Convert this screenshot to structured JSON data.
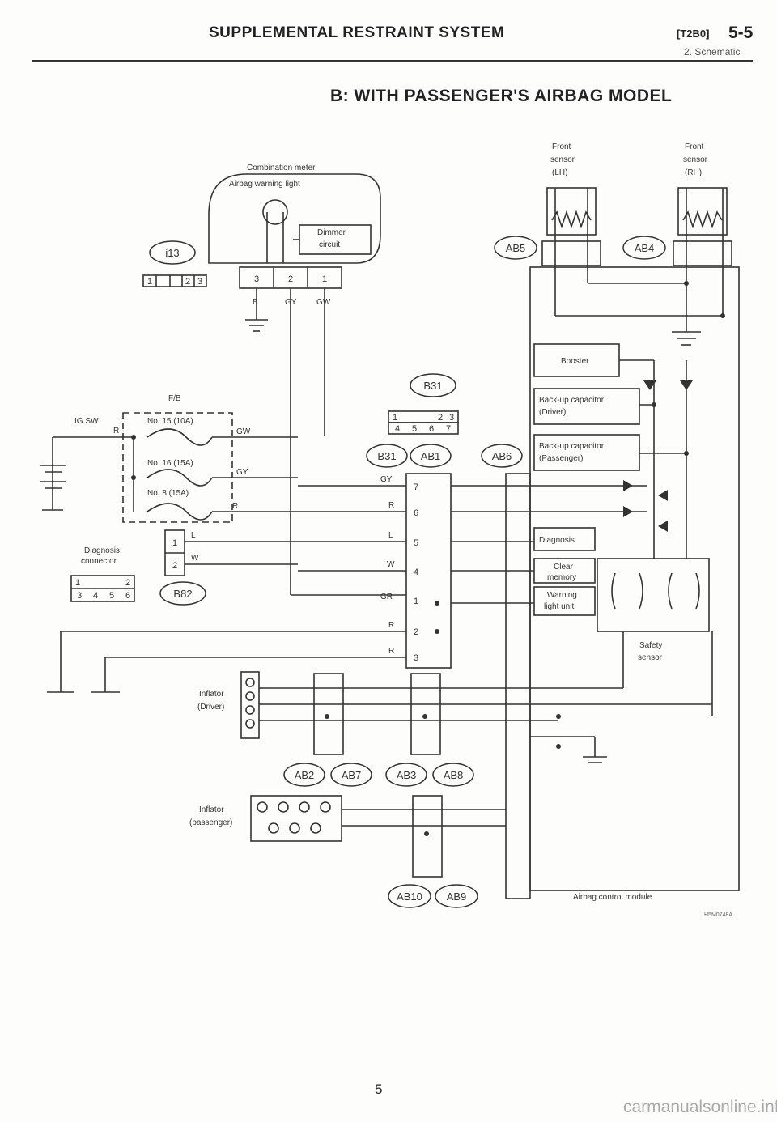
{
  "header": {
    "title": "SUPPLEMENTAL RESTRAINT SYSTEM",
    "code": "[T2B0]",
    "page_ref": "5-5",
    "subtitle": "2. Schematic"
  },
  "section_title": "B: WITH PASSENGER'S AIRBAG MODEL",
  "labels": {
    "combination_meter": "Combination meter",
    "airbag_warning_light": "Airbag warning light",
    "dimmer_circuit": [
      "Dimmer",
      "circuit"
    ],
    "front_sensor_lh": [
      "Front",
      "sensor",
      "(LH)"
    ],
    "front_sensor_rh": [
      "Front",
      "sensor",
      "(RH)"
    ],
    "fb": "F/B",
    "fuse15": "No. 15 (10A)",
    "fuse16": "No. 16 (15A)",
    "fuse8": "No. 8 (15A)",
    "ig_sw": "IG SW",
    "diagnosis_connector": [
      "Diagnosis",
      "connector"
    ],
    "booster": "Booster",
    "backup_driver": [
      "Back-up capacitor",
      "(Driver)"
    ],
    "backup_passenger": [
      "Back-up capacitor",
      "(Passenger)"
    ],
    "diagnosis": "Diagnosis",
    "clear_memory": [
      "Clear",
      "memory"
    ],
    "warning_light_unit": [
      "Warning",
      "light unit"
    ],
    "safety_sensor": [
      "Safety",
      "sensor"
    ],
    "inflator_driver": [
      "Inflator",
      "(Driver)"
    ],
    "inflator_passenger": [
      "Inflator",
      "(passenger)"
    ],
    "airbag_control_module": "Airbag control module"
  },
  "connectors": {
    "i13": "i13",
    "b31_top": "B31",
    "b31": "B31",
    "ab1": "AB1",
    "ab6": "AB6",
    "ab5": "AB5",
    "ab4": "AB4",
    "b82": "B82",
    "ab2": "AB2",
    "ab7": "AB7",
    "ab3": "AB3",
    "ab8": "AB8",
    "ab10": "AB10",
    "ab9": "AB9"
  },
  "pins": {
    "i13": [
      "1",
      "2",
      "3"
    ],
    "meter": [
      "3",
      "2",
      "1"
    ],
    "b31_row1": [
      "1",
      "2",
      "3"
    ],
    "b31_row2": [
      "4",
      "5",
      "6",
      "7"
    ],
    "b31_stack": [
      "7",
      "6",
      "5",
      "4",
      "1",
      "2",
      "3"
    ],
    "diag_row1": [
      "1",
      "2"
    ],
    "diag_row2": [
      "3",
      "4",
      "5",
      "6"
    ],
    "b82": [
      "1",
      "2"
    ]
  },
  "wire_colors": {
    "meter": [
      "B",
      "GY",
      "GW"
    ],
    "fb": [
      "GW",
      "GY",
      "R"
    ],
    "ig": "R",
    "b31": [
      "GY",
      "R",
      "L",
      "W",
      "GR",
      "R",
      "R"
    ],
    "diag": [
      "L",
      "W"
    ]
  },
  "figure_code": "H5M0748A",
  "page_number": "5",
  "watermark": "carmanualsonline.info"
}
